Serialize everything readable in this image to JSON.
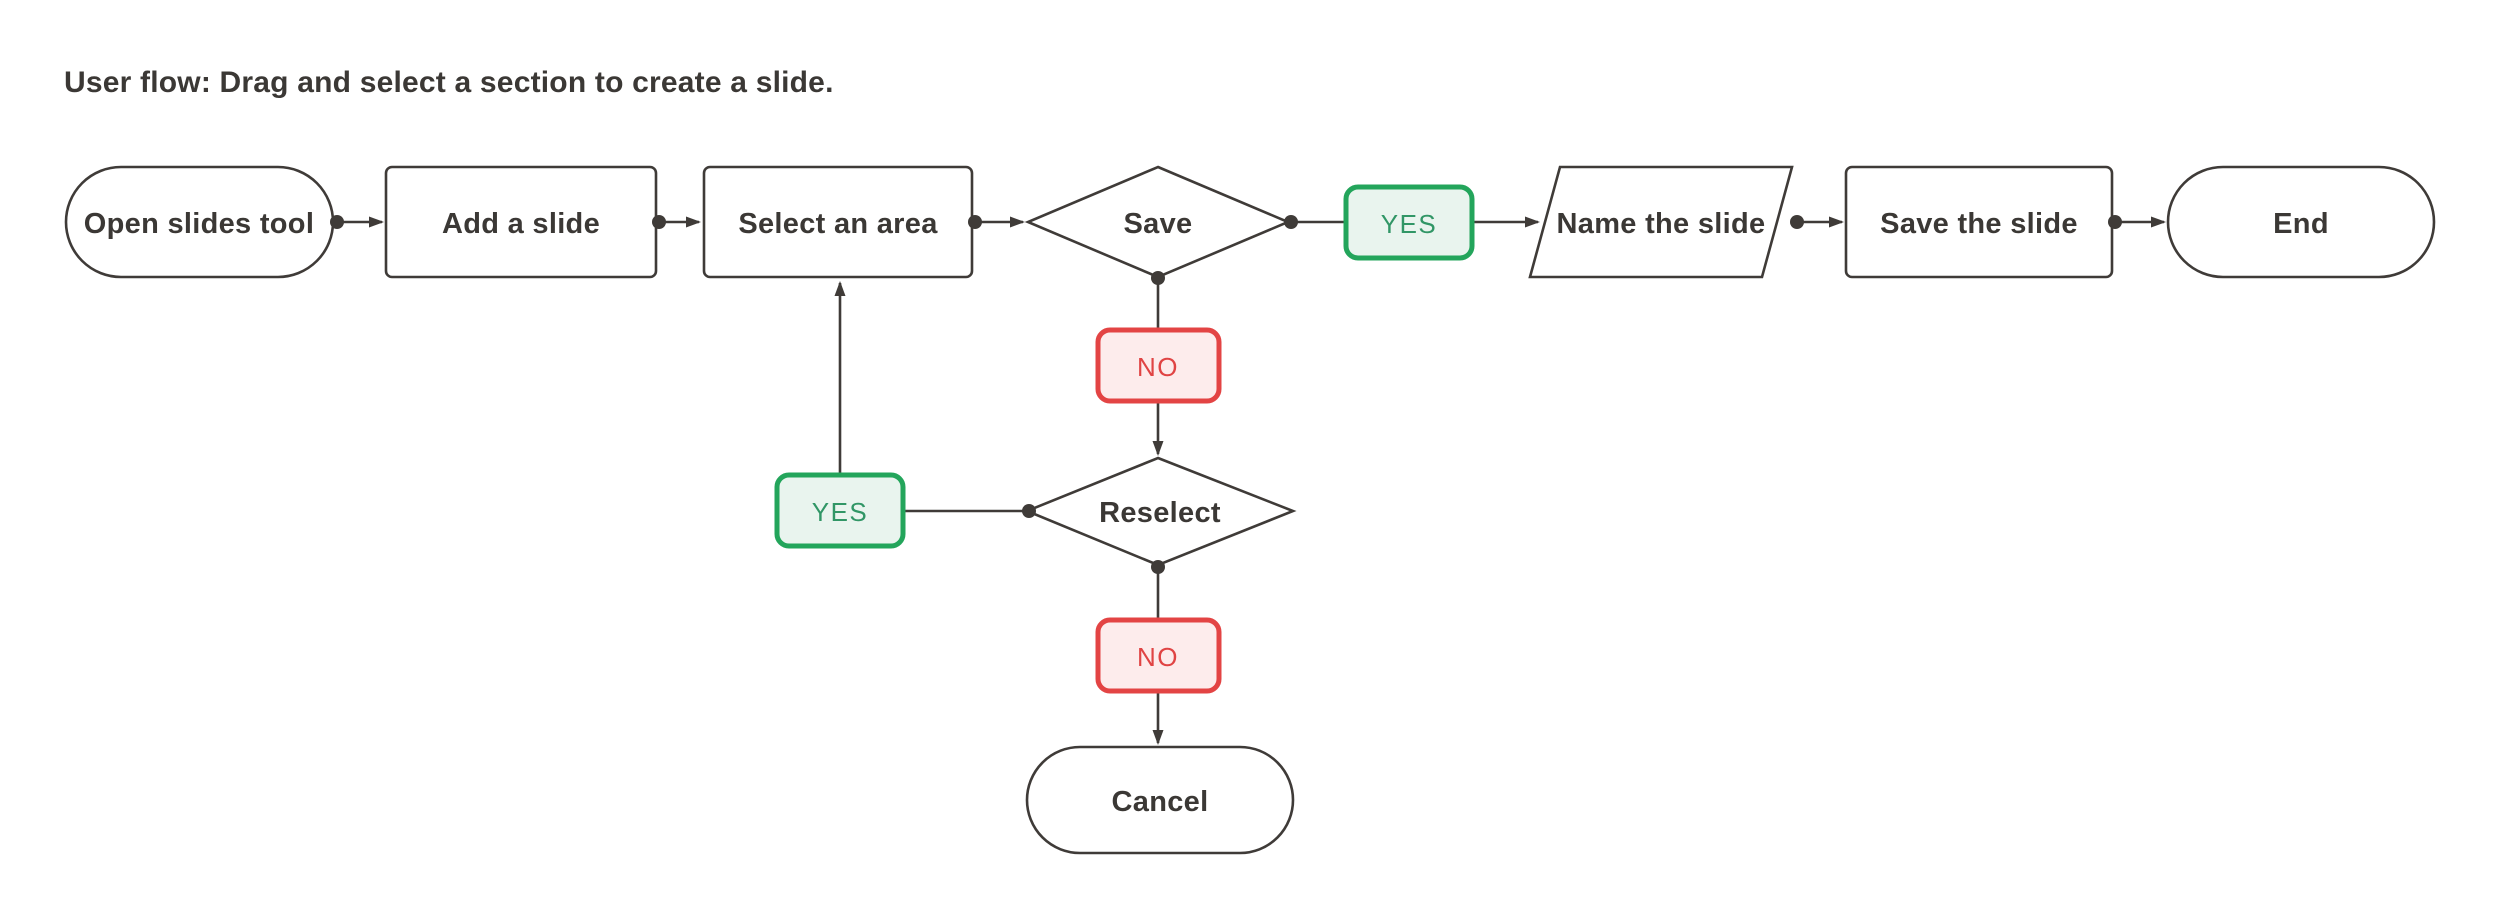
{
  "page": {
    "title": "User flow: Drag and select a section to create a slide.",
    "background": "#ffffff"
  },
  "colors": {
    "ink": "#3f3b38",
    "label": "#3b3835",
    "green-border": "#23a55b",
    "green-fill": "#e9f4ee",
    "green-text": "#319666",
    "red-border": "#e34444",
    "red-fill": "#fdecec",
    "red-text": "#e04444",
    "bg": "#ffffff"
  },
  "flowchart": {
    "nodes": [
      {
        "id": "start",
        "type": "terminator",
        "label": "Open slides tool"
      },
      {
        "id": "add-slide",
        "type": "process",
        "label": "Add a slide"
      },
      {
        "id": "select-area",
        "type": "process",
        "label": "Select an area"
      },
      {
        "id": "save-decision",
        "type": "decision",
        "label": "Save"
      },
      {
        "id": "save-yes",
        "type": "edge-label",
        "label": "YES",
        "variant": "yes"
      },
      {
        "id": "name-slide",
        "type": "input-output",
        "label": "Name the slide"
      },
      {
        "id": "save-slide",
        "type": "process",
        "label": "Save the slide"
      },
      {
        "id": "end",
        "type": "terminator",
        "label": "End"
      },
      {
        "id": "save-no",
        "type": "edge-label",
        "label": "NO",
        "variant": "no"
      },
      {
        "id": "reselect-decision",
        "type": "decision",
        "label": "Reselect"
      },
      {
        "id": "reselect-yes",
        "type": "edge-label",
        "label": "YES",
        "variant": "yes"
      },
      {
        "id": "reselect-no",
        "type": "edge-label",
        "label": "NO",
        "variant": "no"
      },
      {
        "id": "cancel",
        "type": "terminator",
        "label": "Cancel"
      }
    ],
    "edges": [
      {
        "from": "start",
        "to": "add-slide"
      },
      {
        "from": "add-slide",
        "to": "select-area"
      },
      {
        "from": "select-area",
        "to": "save-decision"
      },
      {
        "from": "save-decision",
        "to": "name-slide",
        "label": "YES"
      },
      {
        "from": "name-slide",
        "to": "save-slide"
      },
      {
        "from": "save-slide",
        "to": "end"
      },
      {
        "from": "save-decision",
        "to": "reselect-decision",
        "label": "NO"
      },
      {
        "from": "reselect-decision",
        "to": "select-area",
        "label": "YES"
      },
      {
        "from": "reselect-decision",
        "to": "cancel",
        "label": "NO"
      }
    ]
  }
}
